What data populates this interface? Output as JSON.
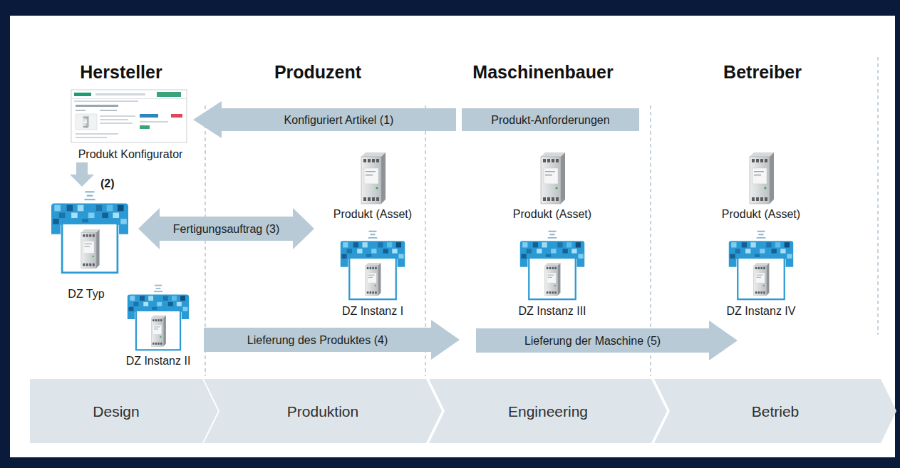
{
  "diagram": {
    "nodes": [
      {
        "text": [
          "Produkt Konfigurator"
        ]
      },
      {
        "text": [
          "Produkt-Anforderungen"
        ]
      },
      {
        "text": [
          "DZ Typ"
        ]
      },
      {
        "text": [
          "DZ Instanz II"
        ]
      },
      {
        "text": [
          "Produkt (Asset)"
        ]
      },
      {
        "text": [
          "DZ Instanz I"
        ]
      },
      {
        "text": [
          "Produkt (Asset)"
        ]
      },
      {
        "text": [
          "DZ Instanz III"
        ]
      },
      {
        "text": [
          "Produkt (Asset)"
        ]
      },
      {
        "text": [
          "DZ Instanz IV"
        ]
      },
      {
        "text": [
          "Design"
        ]
      },
      {
        "text": [
          "Produktion"
        ]
      },
      {
        "text": [
          "Engineering"
        ]
      },
      {
        "text": [
          "Betrieb"
        ]
      }
    ],
    "edges": [
      {
        "from": 1,
        "to": 0,
        "label": "Konfiguriert Artikel (1)",
        "arrow": "to"
      },
      {
        "from": 0,
        "to": 2,
        "label": "(2)",
        "arrow": "to"
      },
      {
        "from": 2,
        "to": 5,
        "label": "Fertigungsauftrag (3)",
        "arrow": "both"
      },
      {
        "from": 3,
        "to": 7,
        "label": "Lieferung des Produktes (4)",
        "arrow": "to"
      },
      {
        "from": 7,
        "to": 9,
        "label": "Lieferung der Maschine (5)",
        "arrow": "to"
      }
    ],
    "labels": [
      "Hersteller",
      "Produzent",
      "Maschinenbauer",
      "Betreiber"
    ]
  }
}
